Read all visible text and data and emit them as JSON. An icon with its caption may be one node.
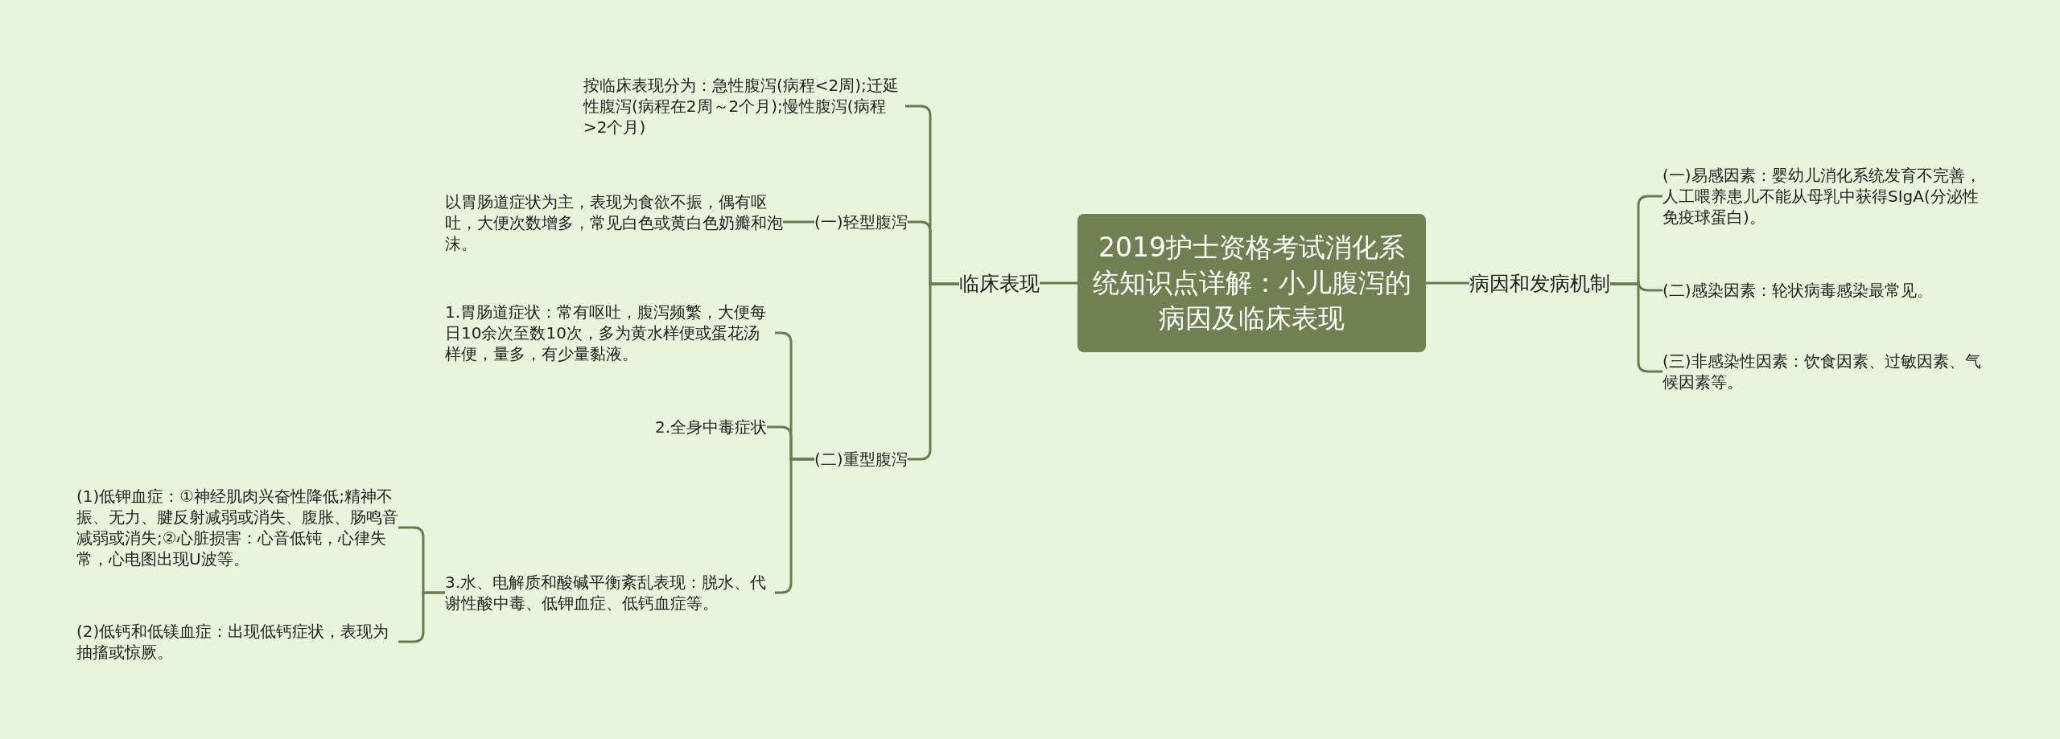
{
  "diagram": {
    "nodes": [
      {
        "text": [
          "2019护士资格考试消化系统知识点详解：小儿腹泻的病因及临床表现"
        ]
      },
      {
        "text": [
          "临床表现"
        ]
      },
      {
        "text": [
          "病因和发病机制"
        ]
      },
      {
        "text": [
          "(一)轻型腹泻"
        ]
      },
      {
        "text": [
          "(二)重型腹泻"
        ]
      },
      {
        "text": [
          "按临床表现分为：急性腹泻(病程<2周);迁延性腹泻(病程在2周～2个月);慢性腹泻(病程>2个月)"
        ]
      },
      {
        "text": [
          "以胃肠道症状为主，表现为食欲不振，偶有呕吐，大便次数增多，常见白色或黄白色奶瓣和泡沫。"
        ]
      },
      {
        "text": [
          "1.胃肠道症状：常有呕吐，腹泻频繁，大便每日10余次至数10次，多为黄水样便或蛋花汤样便，量多，有少量黏液。"
        ]
      },
      {
        "text": [
          "2.全身中毒症状"
        ]
      },
      {
        "text": [
          "3.水、电解质和酸碱平衡紊乱表现：脱水、代谢性酸中毒、低钾血症、低钙血症等。"
        ]
      },
      {
        "text": [
          "(1)低钾血症：①神经肌肉兴奋性降低;精神不振、无力、腱反射减弱或消失、腹胀、肠鸣音减弱或消失;②心脏损害：心音低钝，心律失常，心电图出现U波等。"
        ]
      },
      {
        "text": [
          "(2)低钙和低镁血症：出现低钙症状，表现为抽搐或惊厥。"
        ]
      },
      {
        "text": [
          "(一)易感因素：婴幼儿消化系统发育不完善，人工喂养患儿不能从母乳中获得SIgA(分泌性免疫球蛋白)。"
        ]
      },
      {
        "text": [
          "(二)感染因素：轮状病毒感染最常见。"
        ]
      },
      {
        "text": [
          "(三)非感染性因素：饮食因素、过敏因素、气候因素等。"
        ]
      }
    ],
    "edges": [
      {
        "from": 0,
        "to": 1,
        "arrow": "none"
      },
      {
        "from": 0,
        "to": 2,
        "arrow": "none"
      },
      {
        "from": 1,
        "to": 5,
        "arrow": "none"
      },
      {
        "from": 1,
        "to": 3,
        "arrow": "none"
      },
      {
        "from": 1,
        "to": 4,
        "arrow": "none"
      },
      {
        "from": 3,
        "to": 6,
        "arrow": "none"
      },
      {
        "from": 4,
        "to": 7,
        "arrow": "none"
      },
      {
        "from": 4,
        "to": 8,
        "arrow": "none"
      },
      {
        "from": 4,
        "to": 9,
        "arrow": "none"
      },
      {
        "from": 9,
        "to": 10,
        "arrow": "none"
      },
      {
        "from": 9,
        "to": 11,
        "arrow": "none"
      },
      {
        "from": 2,
        "to": 12,
        "arrow": "none"
      },
      {
        "from": 2,
        "to": 13,
        "arrow": "none"
      },
      {
        "from": 2,
        "to": 14,
        "arrow": "none"
      }
    ]
  }
}
